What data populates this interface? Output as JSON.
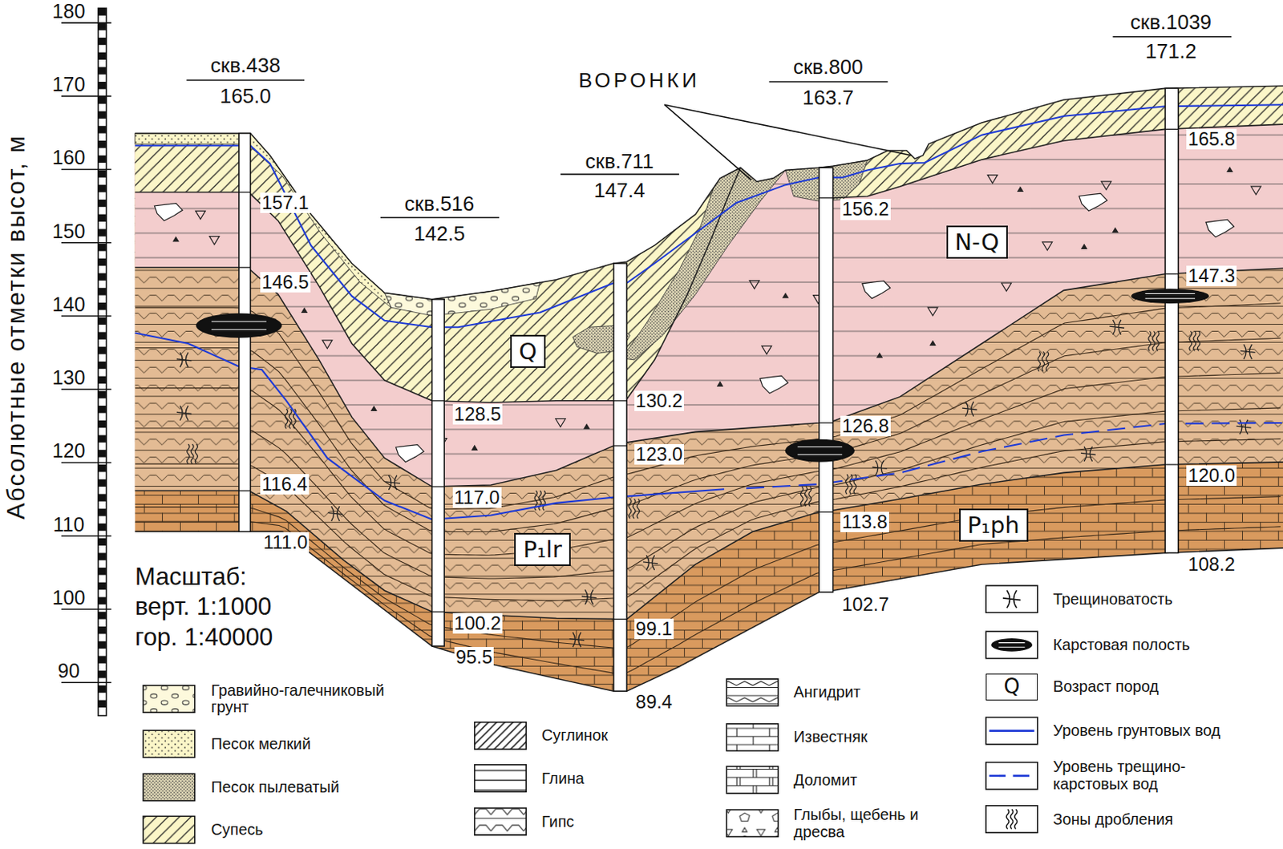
{
  "diagram": {
    "nodes": [
      {
        "text": [
          "N-Q"
        ]
      },
      {
        "text": [
          "Q"
        ]
      },
      {
        "text": [
          "P₁ph"
        ]
      },
      {
        "text": [
          "P₁lr"
        ]
      },
      {
        "text": [
          "Q"
        ]
      }
    ],
    "labels": [
      "Абсолютные отметки высот, м",
      "180",
      "170",
      "160",
      "150",
      "140",
      "130",
      "120",
      "110",
      "100",
      "90",
      "скв.438",
      "165.0",
      "157.1",
      "146.5",
      "116.4",
      "111.0",
      "скв.516",
      "142.5",
      "128.5",
      "117.0",
      "100.2",
      "95.5",
      "скв.711",
      "147.4",
      "130.2",
      "123.0",
      "99.1",
      "89.4",
      "ВОРОНКИ",
      "скв.800",
      "163.7",
      "156.2",
      "126.8",
      "113.8",
      "102.7",
      "скв.1039",
      "171.2",
      "165.8",
      "147.3",
      "120.0",
      "108.2",
      "Масштаб:",
      "верт. 1:1000",
      "гор. 1:40000"
    ],
    "legend": [
      {
        "text": "Гравийно-галечниковый грунт"
      },
      {
        "text": "Песок мелкий"
      },
      {
        "text": "Песок пылеватый"
      },
      {
        "text": "Супесь"
      },
      {
        "text": "Суглинок"
      },
      {
        "text": "Глина"
      },
      {
        "text": "Гипс"
      },
      {
        "text": "Ангидрит"
      },
      {
        "text": "Известняк"
      },
      {
        "text": "Доломит"
      },
      {
        "text": "Глыбы, щебень и дресва"
      },
      {
        "text": "Трещиноватость"
      },
      {
        "text": "Карстовая полость"
      },
      {
        "text": "Возраст пород"
      },
      {
        "text": "Уровень грунтовых вод"
      },
      {
        "text": "Уровень трещино-карстовых вод"
      },
      {
        "text": "Зоны дробления"
      }
    ]
  }
}
